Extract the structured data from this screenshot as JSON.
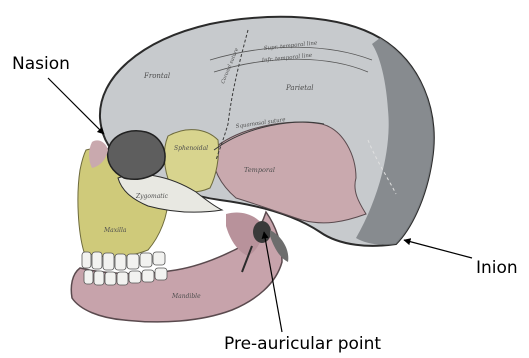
{
  "labels": {
    "nasion": "Nasion",
    "inion": "Inion",
    "preauricular": "Pre-auricular point"
  },
  "bone_labels": {
    "frontal": "Frontal",
    "parietal": "Parietal",
    "temporal": "Temporal",
    "sphenoidal": "Sphenoidal",
    "zygomatic": "Zygomatic",
    "mandible": "Mandible",
    "maxilla": "Maxilla",
    "squamosal_suture": "Squamosal suture",
    "coronal_suture": "Coronal suture",
    "supr_temporal_line": "Supr. temporal line",
    "infr_temporal_line": "Infr. temporal line"
  },
  "colors": {
    "cranial_vault": "#c7cacd",
    "occipital_shade": "#7f8488",
    "temporal_bone": "#c9a9ae",
    "sphenoid_bone": "#d8d48e",
    "maxilla_bone": "#cfca7a",
    "mandible_bone": "#c7a3ab",
    "teeth": "#f2f2f0",
    "outline": "#2b2b2b",
    "arrow": "#000000"
  }
}
